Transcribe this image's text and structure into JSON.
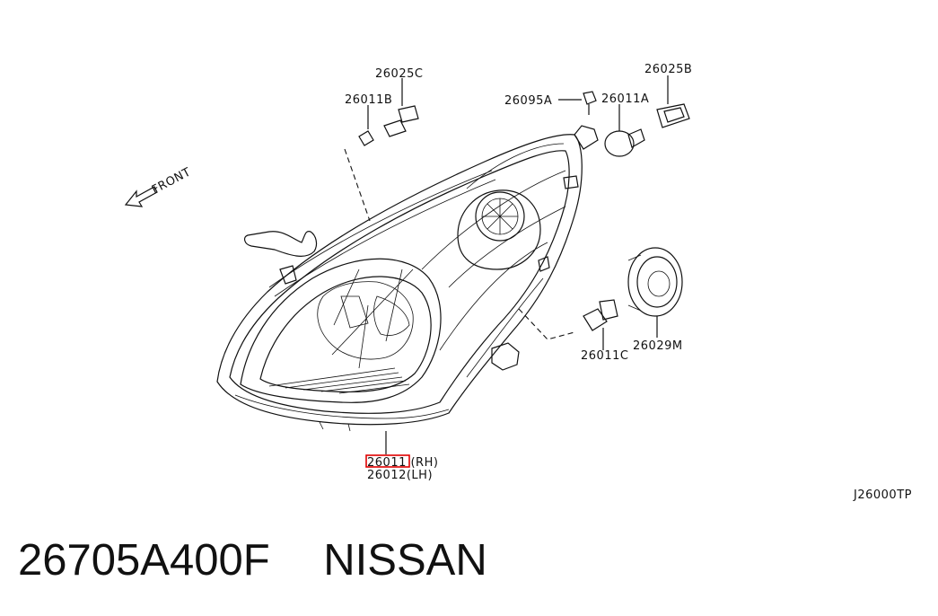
{
  "diagram": {
    "front_label": "FRONT",
    "parts": [
      {
        "id": "26025C"
      },
      {
        "id": "26011B"
      },
      {
        "id": "26095A"
      },
      {
        "id": "26011A"
      },
      {
        "id": "26025B"
      },
      {
        "id": "26011C"
      },
      {
        "id": "26029M"
      }
    ],
    "main_part": {
      "rh": "26011 (RH)",
      "lh": "26012(LH)"
    },
    "figure_code": "J26000TP"
  },
  "footer": {
    "part_number": "26705A400F",
    "brand": "NISSAN"
  }
}
